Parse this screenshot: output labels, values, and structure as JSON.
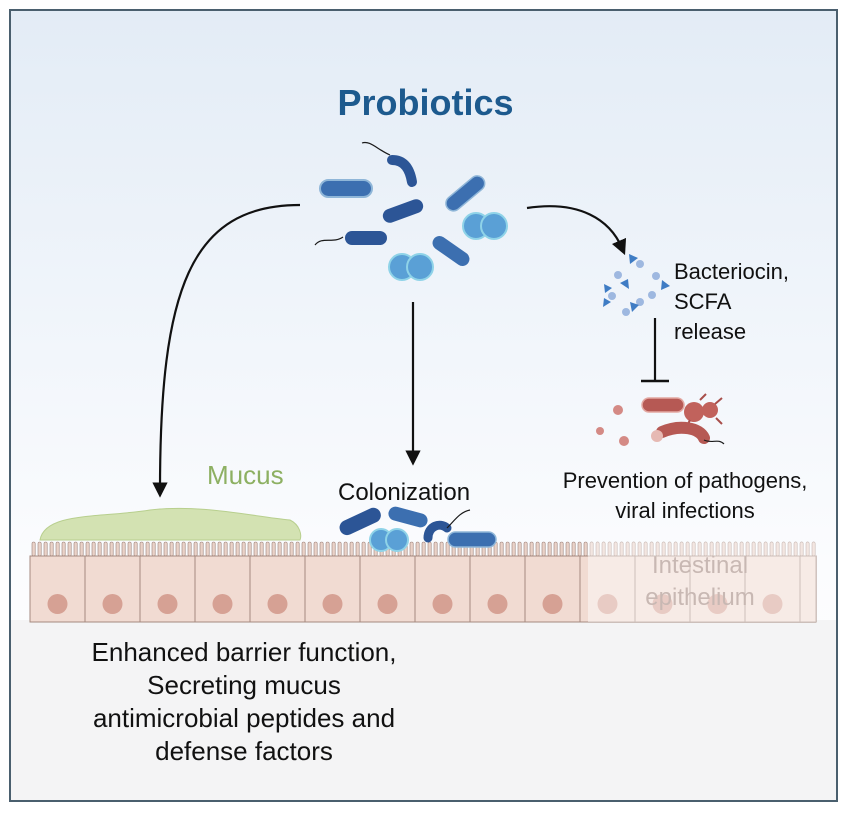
{
  "title": "Probiotics",
  "labels": {
    "mucus": "Mucus",
    "colonization": "Colonization",
    "bacteriocin": [
      "Bacteriocin,",
      "SCFA",
      "release"
    ],
    "prevention": [
      "Prevention of pathogens,",
      "viral infections"
    ],
    "epithelium": [
      "Intestinal",
      "epithelium"
    ],
    "barrier": [
      "Enhanced barrier function,",
      "Secreting mucus",
      "antimicrobial peptides and",
      "defense factors"
    ]
  },
  "colors": {
    "title": "#1d5a8e",
    "mucus_text": "#8db062",
    "mucus_layer": "#d3e2b2",
    "bacteria_fill": "#3c6fb0",
    "bacteria_dark": "#2c5596",
    "cocci": "#5aa0d6",
    "pathogen": "#c1625c",
    "cell_fill": "#f1dbd2",
    "nucleus": "#d6a194",
    "frame": "#4a5f6e",
    "background_top": "#e3ecf6"
  },
  "icons": [
    "probiotic-bacteria-cluster",
    "bacteriocin-particles",
    "pathogen-cluster",
    "intestinal-cells",
    "mucus-layer",
    "inhibition-bar"
  ]
}
